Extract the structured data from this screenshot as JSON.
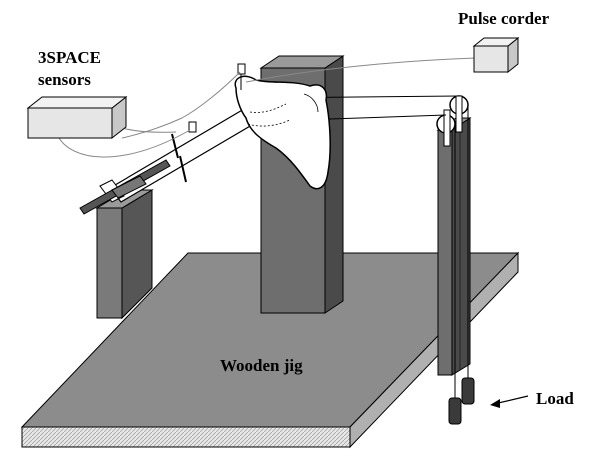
{
  "labels": {
    "sensors_line1": "3SPACE",
    "sensors_line2": "sensors",
    "pulse_corder": "Pulse corder",
    "wooden_jig": "Wooden jig",
    "load": "Load"
  },
  "colors": {
    "platform_top": "#8c8c8c",
    "platform_side": "#d9d9d9",
    "pillar_front": "#6e6e6e",
    "pillar_side": "#4a4a4a",
    "pillar_top": "#9a9a9a",
    "box_fill": "#e6e6e6",
    "bone_fill": "#ffffff",
    "weight": "#3a3a3a"
  }
}
